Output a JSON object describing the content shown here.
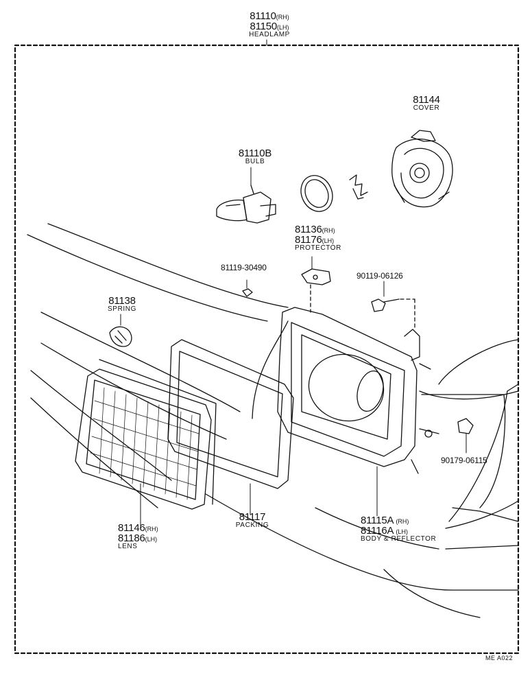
{
  "assembly": {
    "pn_rh": "81110",
    "side_rh": "(RH)",
    "pn_lh": "81150",
    "side_lh": "(LH)",
    "name": "HEADLAMP"
  },
  "parts": {
    "cover": {
      "pn": "81144",
      "name": "COVER"
    },
    "bulb": {
      "pn": "81110B",
      "name": "BULB"
    },
    "protector": {
      "pn_rh": "81136",
      "side_rh": "(RH)",
      "pn_lh": "81176",
      "side_lh": "(LH)",
      "name": "PROTECTOR"
    },
    "screw_a": {
      "pn": "81119-30490"
    },
    "screw_b": {
      "pn": "90119-06126"
    },
    "spring": {
      "pn": "81138",
      "name": "SPRING"
    },
    "nut": {
      "pn": "90179-06115"
    },
    "packing": {
      "pn": "81117",
      "name": "PACKING"
    },
    "lens": {
      "pn_rh": "81146",
      "side_rh": "(RH)",
      "pn_lh": "81186",
      "side_lh": "(LH)",
      "name": "LENS"
    },
    "body": {
      "pn_rh": "81115A",
      "side_rh": "(RH)",
      "pn_lh": "81116A",
      "side_lh": "(LH)",
      "name": "BODY & REFLECTOR"
    }
  },
  "footer": {
    "code": "ME A022"
  },
  "colors": {
    "ink": "#111111",
    "paper": "#ffffff"
  }
}
